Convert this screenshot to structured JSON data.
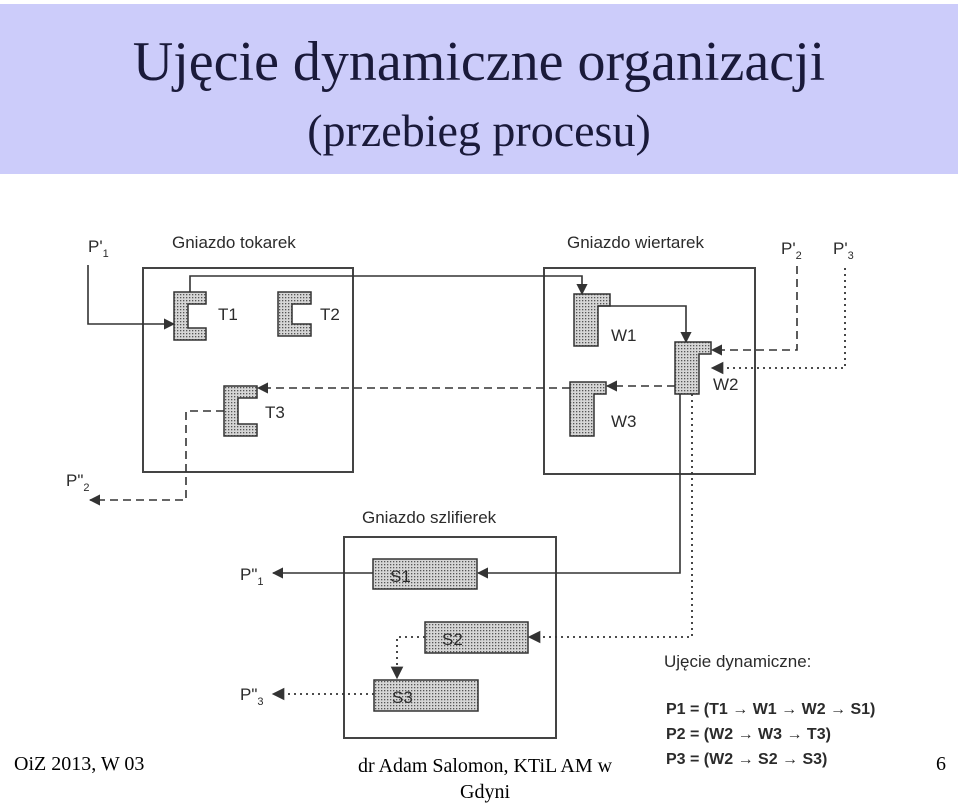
{
  "header": {
    "title": "Ujęcie dynamiczne organizacji",
    "subtitle": "(przebieg procesu)",
    "background": "#ccccfa"
  },
  "diagram": {
    "nests": {
      "turning": "Gniazdo tokarek",
      "drilling": "Gniazdo wiertarek",
      "grinding": "Gniazdo szlifierek"
    },
    "machines": {
      "t1": "T1",
      "t2": "T2",
      "t3": "T3",
      "w1": "W1",
      "w2": "W2",
      "w3": "W3",
      "s1": "S1",
      "s2": "S2",
      "s3": "S3"
    },
    "inputs": {
      "p1": "P'",
      "p1_sub": "1",
      "p2": "P'",
      "p2_sub": "2",
      "p3": "P'",
      "p3_sub": "3"
    },
    "outputs": {
      "p1": "P\"",
      "p1_sub": "1",
      "p2": "P\"",
      "p2_sub": "2",
      "p3": "P\"",
      "p3_sub": "3"
    },
    "legend": {
      "title": "Ujęcie dynamiczne:",
      "lines": [
        "P1 = (T1 → W1 → W2 → S1)",
        "P2 = (W2 → W3 → T3)",
        "P3 = (W2 → S2 → S3)"
      ]
    }
  },
  "footer": {
    "left": "OiZ 2013, W 03",
    "center": "dr Adam Salomon, KTiL AM w Gdyni",
    "page": "6"
  }
}
